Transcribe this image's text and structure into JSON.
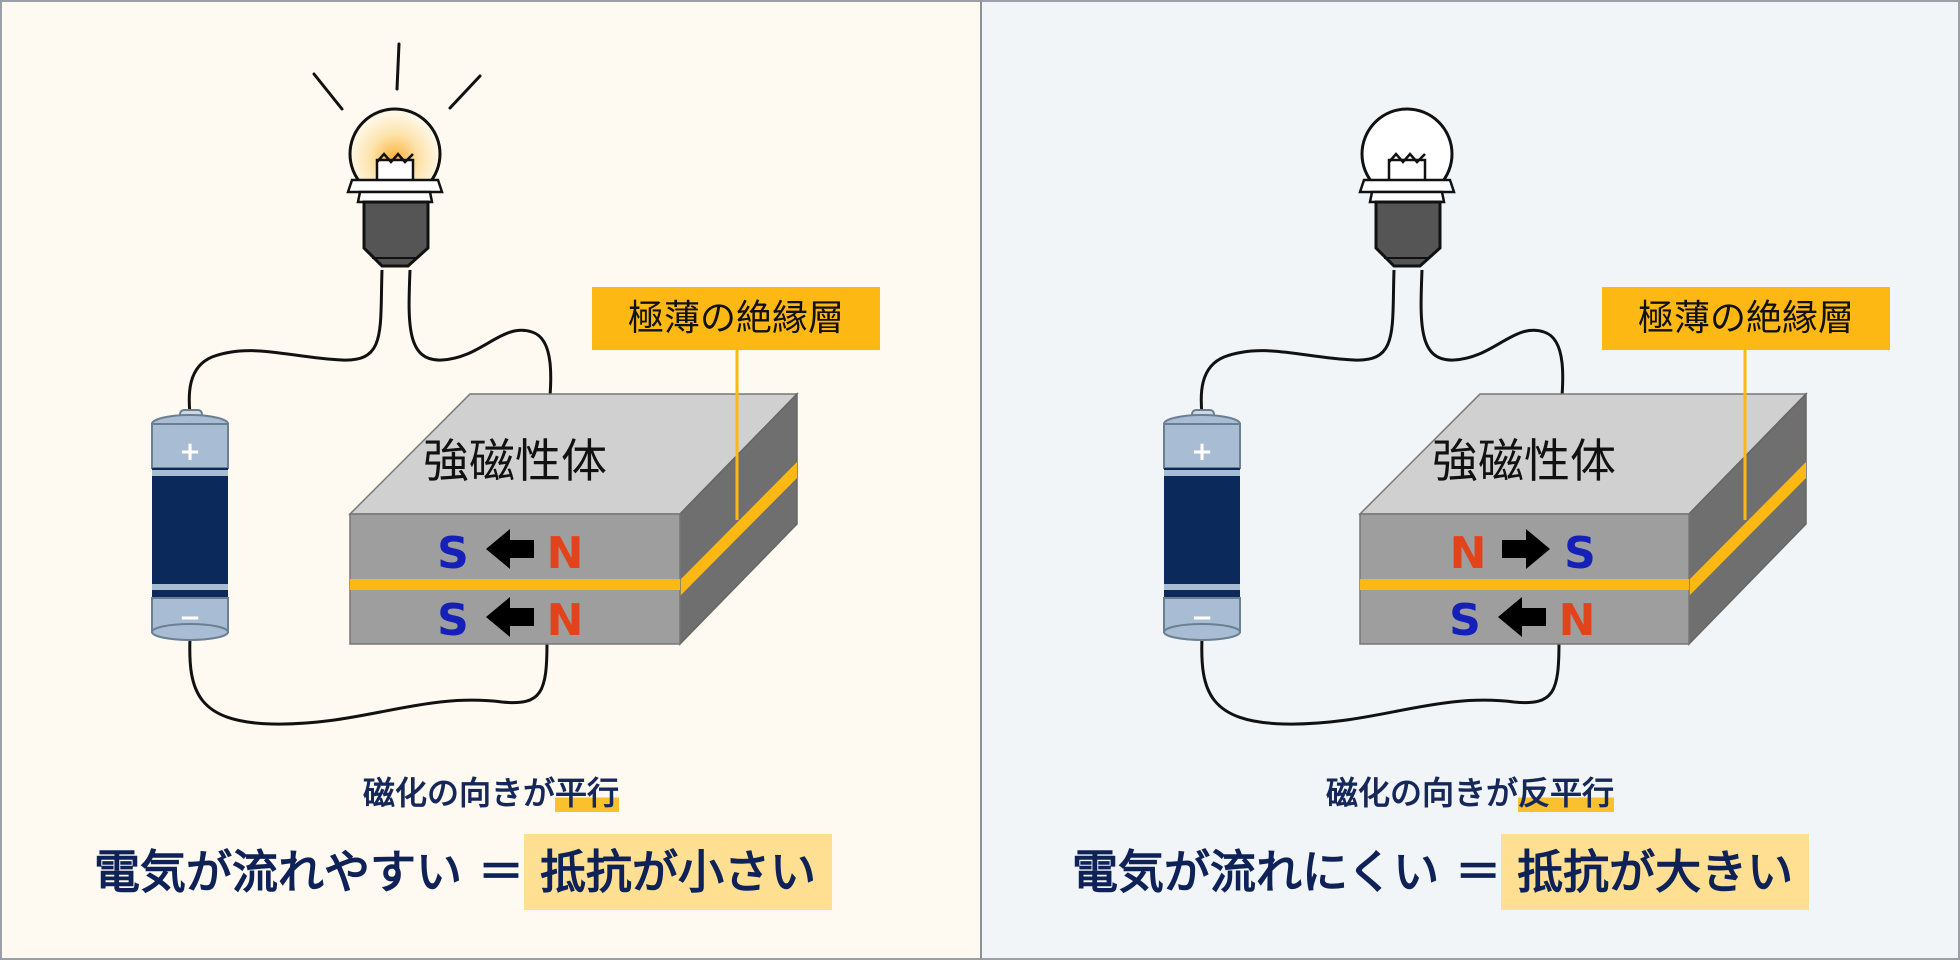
{
  "panels": [
    {
      "label": "極薄の絶縁層",
      "block_label": "強磁性体",
      "top_layer": {
        "left": "S",
        "right": "N",
        "arrow": "left"
      },
      "bottom_layer": {
        "left": "S",
        "right": "N",
        "arrow": "left"
      },
      "bulb_lit": true,
      "caption_prefix": "磁化の向きが",
      "caption_highlight": "平行",
      "result_text": "電気が流れやすい ＝",
      "result_highlight": "抵抗が小さい"
    },
    {
      "label": "極薄の絶縁層",
      "block_label": "強磁性体",
      "top_layer": {
        "left": "N",
        "right": "S",
        "arrow": "right"
      },
      "bottom_layer": {
        "left": "S",
        "right": "N",
        "arrow": "left"
      },
      "bulb_lit": false,
      "caption_prefix": "磁化の向きが",
      "caption_highlight": "反平行",
      "result_text": "電気が流れにくい ＝",
      "result_highlight": "抵抗が大きい"
    }
  ],
  "battery": {
    "plus": "+",
    "minus": "−"
  },
  "colors": {
    "s_pole": "#1520B8",
    "n_pole": "#E2431B",
    "insulator": "#FDB813",
    "battery_body": "#0B2A5B",
    "battery_cap": "#A8BDD3",
    "bg_left": "#FEFAF1",
    "bg_right": "#F1F5F8"
  }
}
